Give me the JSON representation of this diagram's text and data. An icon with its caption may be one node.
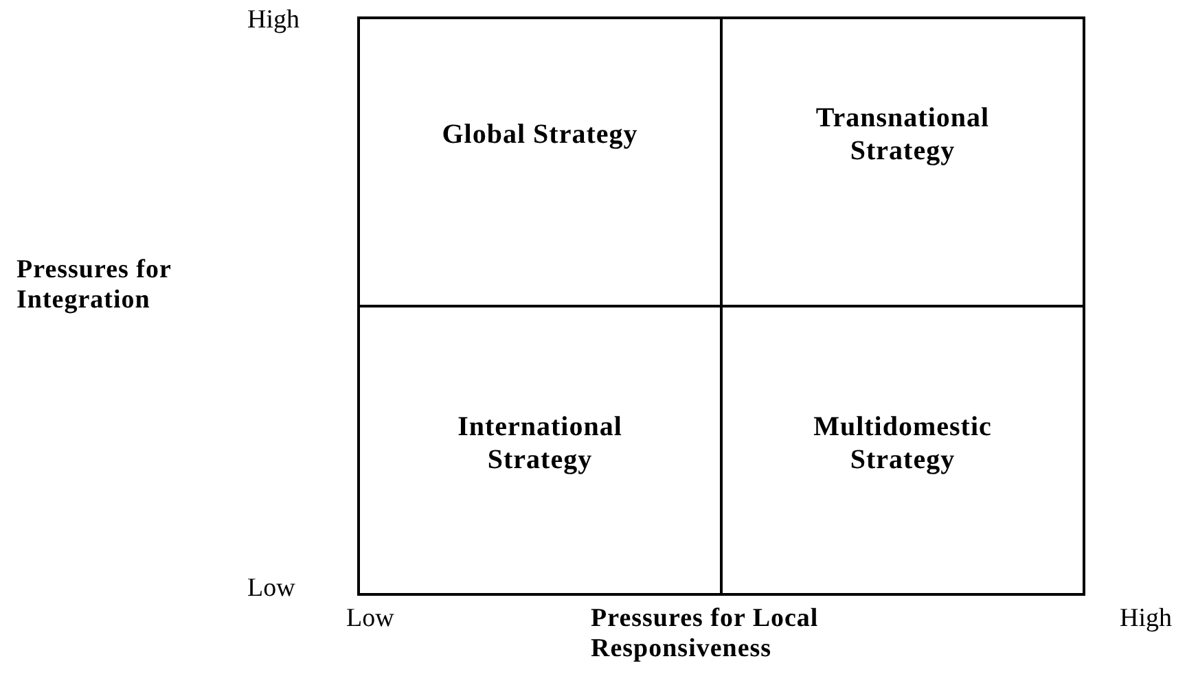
{
  "diagram": {
    "nodes": [
      {
        "text": [
          "Global Strategy"
        ]
      },
      {
        "text": [
          "Transnational Strategy"
        ]
      },
      {
        "text": [
          "International Strategy"
        ]
      },
      {
        "text": [
          "Multidomestic Strategy"
        ]
      }
    ],
    "labels": [
      "High",
      "Pressures for Integration",
      "Low",
      "Low",
      "Pressures for Local Responsiveness",
      "High"
    ]
  }
}
